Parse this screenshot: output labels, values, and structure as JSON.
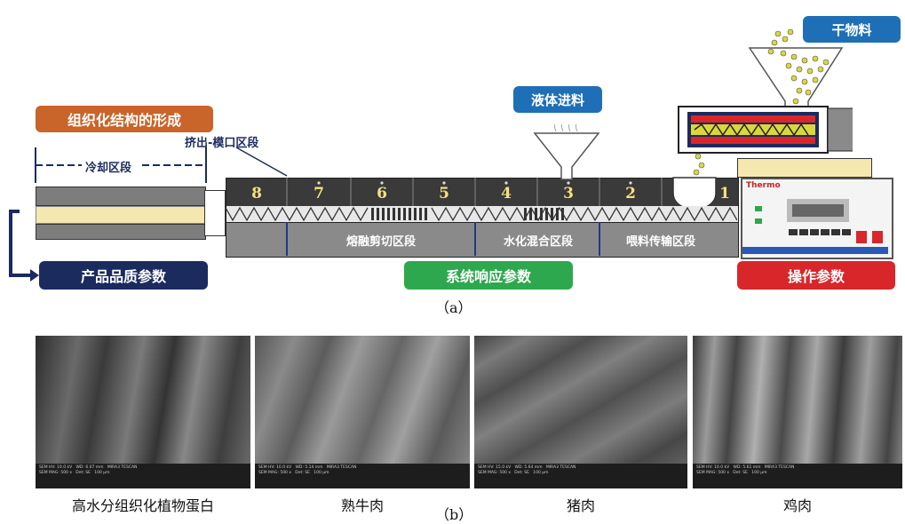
{
  "labels": {
    "texturization": "组织化结构的形成",
    "extrusion_die": "挤出-模口区段",
    "cooling": "冷却区段",
    "product_quality": "产品品质参数",
    "system_response": "系统响应参数",
    "operation_params": "操作参数",
    "liquid_feed": "液体进料",
    "dry_feed": "干物料",
    "melt_shear": "熔融剪切区段",
    "hydration_mix": "水化混合区段",
    "feed_convey": "喂料传输区段",
    "caption_a": "（a）",
    "caption_b": "（b）"
  },
  "zone_numbers": [
    "8",
    "7",
    "6",
    "5",
    "4",
    "3",
    "2",
    "1"
  ],
  "monitor_brand": "Thermo",
  "micrographs": [
    {
      "label": "高水分组织化植物蛋白"
    },
    {
      "label": "熟牛肉"
    },
    {
      "label": "猪肉"
    },
    {
      "label": "鸡肉"
    }
  ],
  "colors": {
    "orange": "#c9642a",
    "blue": "#1f6fb6",
    "navy": "#1b2b5e",
    "green": "#2ea84e",
    "red": "#d9262b",
    "yellow": "#f5e7b0"
  }
}
